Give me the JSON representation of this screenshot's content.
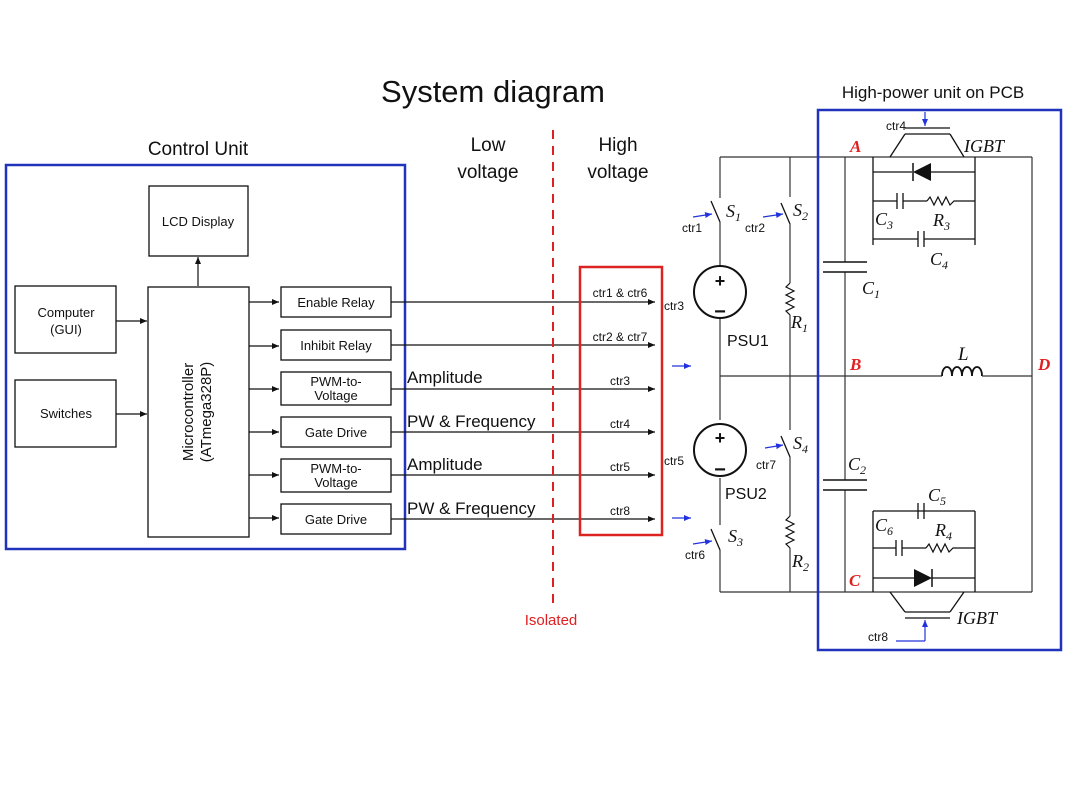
{
  "title": "System diagram",
  "control_unit": {
    "label": "Control Unit",
    "lcd": "LCD Display",
    "computer": [
      "Computer",
      "(GUI)"
    ],
    "switches": "Switches",
    "microcontroller": [
      "Microcontroller",
      "(ATmega328P)"
    ],
    "outputs": [
      "Enable Relay",
      "Inhibit Relay",
      "PWM-to-",
      "Voltage",
      "Gate Drive",
      "PWM-to-",
      "Voltage",
      "Gate Drive"
    ]
  },
  "signals": [
    "Amplitude",
    "PW & Frequency",
    "Amplitude",
    "PW & Frequency"
  ],
  "low_voltage": [
    "Low",
    "voltage"
  ],
  "high_voltage": [
    "High",
    "voltage"
  ],
  "isolated": "Isolated",
  "controls": [
    "ctr1 & ctr6",
    "ctr2 & ctr7",
    "ctr3",
    "ctr4",
    "ctr5",
    "ctr8"
  ],
  "circuit": {
    "ctr_labels": [
      "ctr1",
      "ctr2",
      "ctr3",
      "ctr4",
      "ctr5",
      "ctr6",
      "ctr7",
      "ctr8"
    ],
    "psu1": "PSU1",
    "psu2": "PSU2",
    "plus": "+",
    "minus": "−",
    "s1": "S",
    "s1_sub": "1",
    "s2": "S",
    "s2_sub": "2",
    "s3": "S",
    "s3_sub": "3",
    "s4": "S",
    "s4_sub": "4",
    "r1": "R",
    "r1_sub": "1",
    "r2": "R",
    "r2_sub": "2",
    "c1": "C",
    "c1_sub": "1",
    "c2": "C",
    "c2_sub": "2",
    "l": "L"
  },
  "pcb": {
    "label": "High-power unit on PCB",
    "igbt_top": "IGBT",
    "igbt_bottom": "IGBT",
    "node_a": "A",
    "node_b": "B",
    "node_c": "C",
    "node_d": "D",
    "c3": "C",
    "c3_sub": "3",
    "r3": "R",
    "r3_sub": "3",
    "c4": "C",
    "c4_sub": "4",
    "c5": "C",
    "c5_sub": "5",
    "c6": "C",
    "c6_sub": "6",
    "r4": "R",
    "r4_sub": "4"
  },
  "colors": {
    "unit_border": "#2233bb",
    "isolation": "#e02020",
    "control_box": "#dd2222",
    "node_label": "#e02020",
    "arrow": "#2233dd"
  }
}
